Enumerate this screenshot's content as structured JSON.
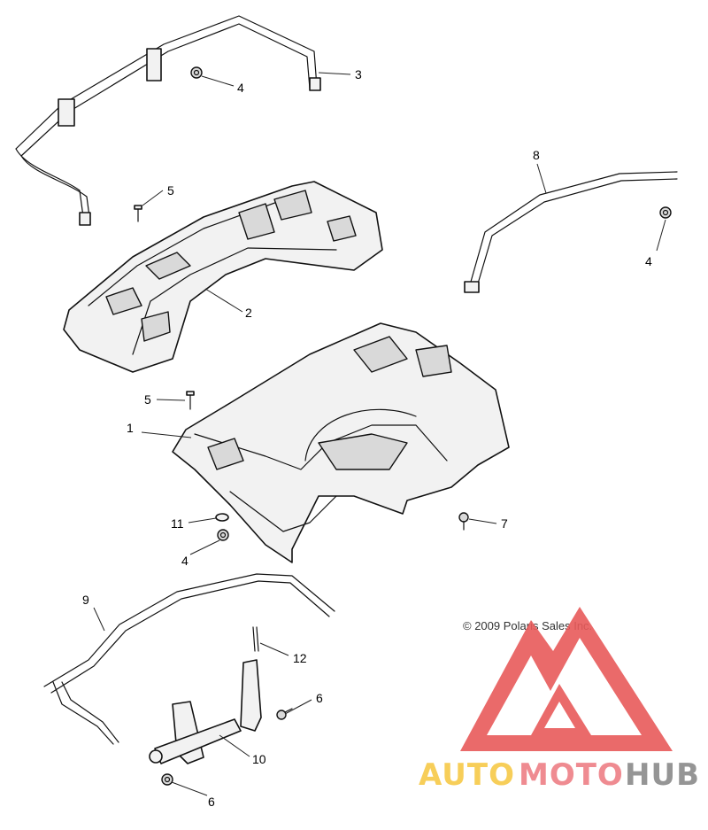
{
  "diagram": {
    "callouts": [
      {
        "id": "c1",
        "label": "1"
      },
      {
        "id": "c2",
        "label": "2"
      },
      {
        "id": "c3",
        "label": "3"
      },
      {
        "id": "c4a",
        "label": "4"
      },
      {
        "id": "c4b",
        "label": "4"
      },
      {
        "id": "c4c",
        "label": "4"
      },
      {
        "id": "c5a",
        "label": "5"
      },
      {
        "id": "c5b",
        "label": "5"
      },
      {
        "id": "c6a",
        "label": "6"
      },
      {
        "id": "c6b",
        "label": "6"
      },
      {
        "id": "c7",
        "label": "7"
      },
      {
        "id": "c8",
        "label": "8"
      },
      {
        "id": "c9",
        "label": "9"
      },
      {
        "id": "c10",
        "label": "10"
      },
      {
        "id": "c11",
        "label": "11"
      },
      {
        "id": "c12",
        "label": "12"
      }
    ],
    "copyright": "© 2009 Polaris Sales Inc."
  },
  "watermark": {
    "brand_part1": "AUTO",
    "brand_part2": "MOTO",
    "brand_part3": "HUB",
    "colors": {
      "logo_red": "#e85a5a",
      "auto_yellow": "#f7c948",
      "moto_pink": "#ee7f86",
      "hub_gray": "#8a8a8a"
    }
  }
}
